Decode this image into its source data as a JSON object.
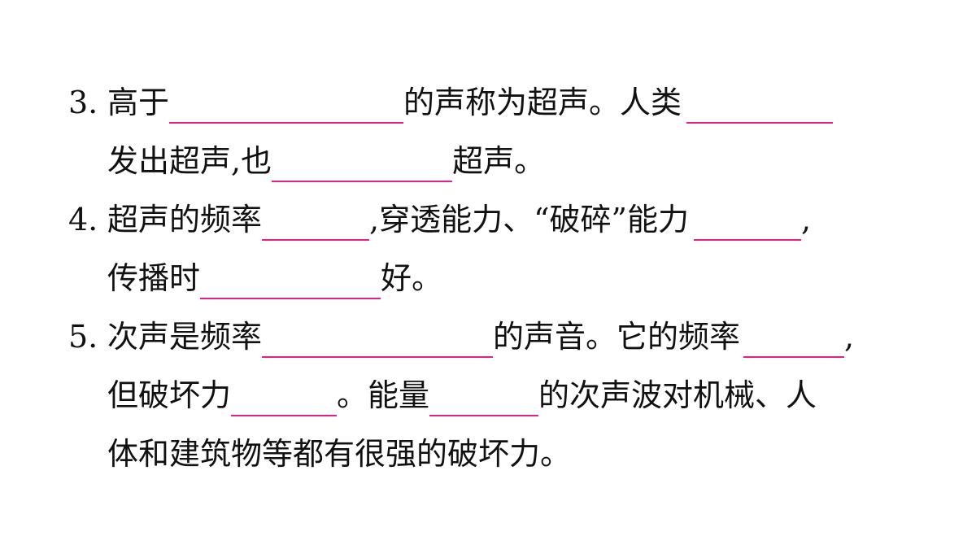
{
  "questions": [
    {
      "number": "3.",
      "lines": [
        [
          "高于",
          "的声称为超声。人类",
          ""
        ],
        [
          "发出超声,也",
          "超声。"
        ]
      ]
    },
    {
      "number": "4.",
      "lines": [
        [
          "超声的频率",
          ",穿透能力、“破碎”能力",
          ","
        ],
        [
          "传播时",
          "好。"
        ]
      ]
    },
    {
      "number": "5.",
      "lines": [
        [
          "次声是频率",
          "的声音。它的频率",
          ","
        ],
        [
          "但破坏力",
          "。能量",
          "的次声波对机械、人"
        ],
        [
          "体和建筑物等都有很强的破坏力。"
        ]
      ]
    }
  ],
  "blank_color": "#e8208c"
}
